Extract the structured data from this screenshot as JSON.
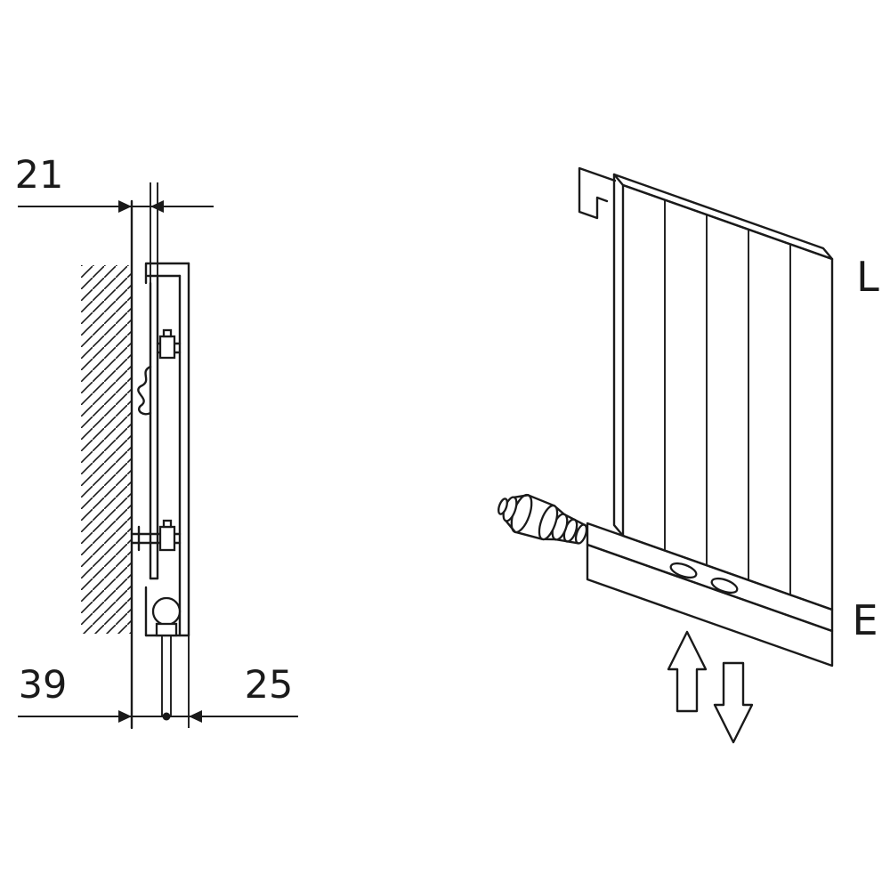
{
  "drawing": {
    "side_view": {
      "dim_top": "21",
      "dim_bottom_left": "39",
      "dim_bottom_right": "25"
    },
    "perspective_view": {
      "label_top_right": "L",
      "label_bottom_right": "E"
    }
  },
  "colors": {
    "line": "#1a1a1a",
    "background": "#ffffff"
  }
}
